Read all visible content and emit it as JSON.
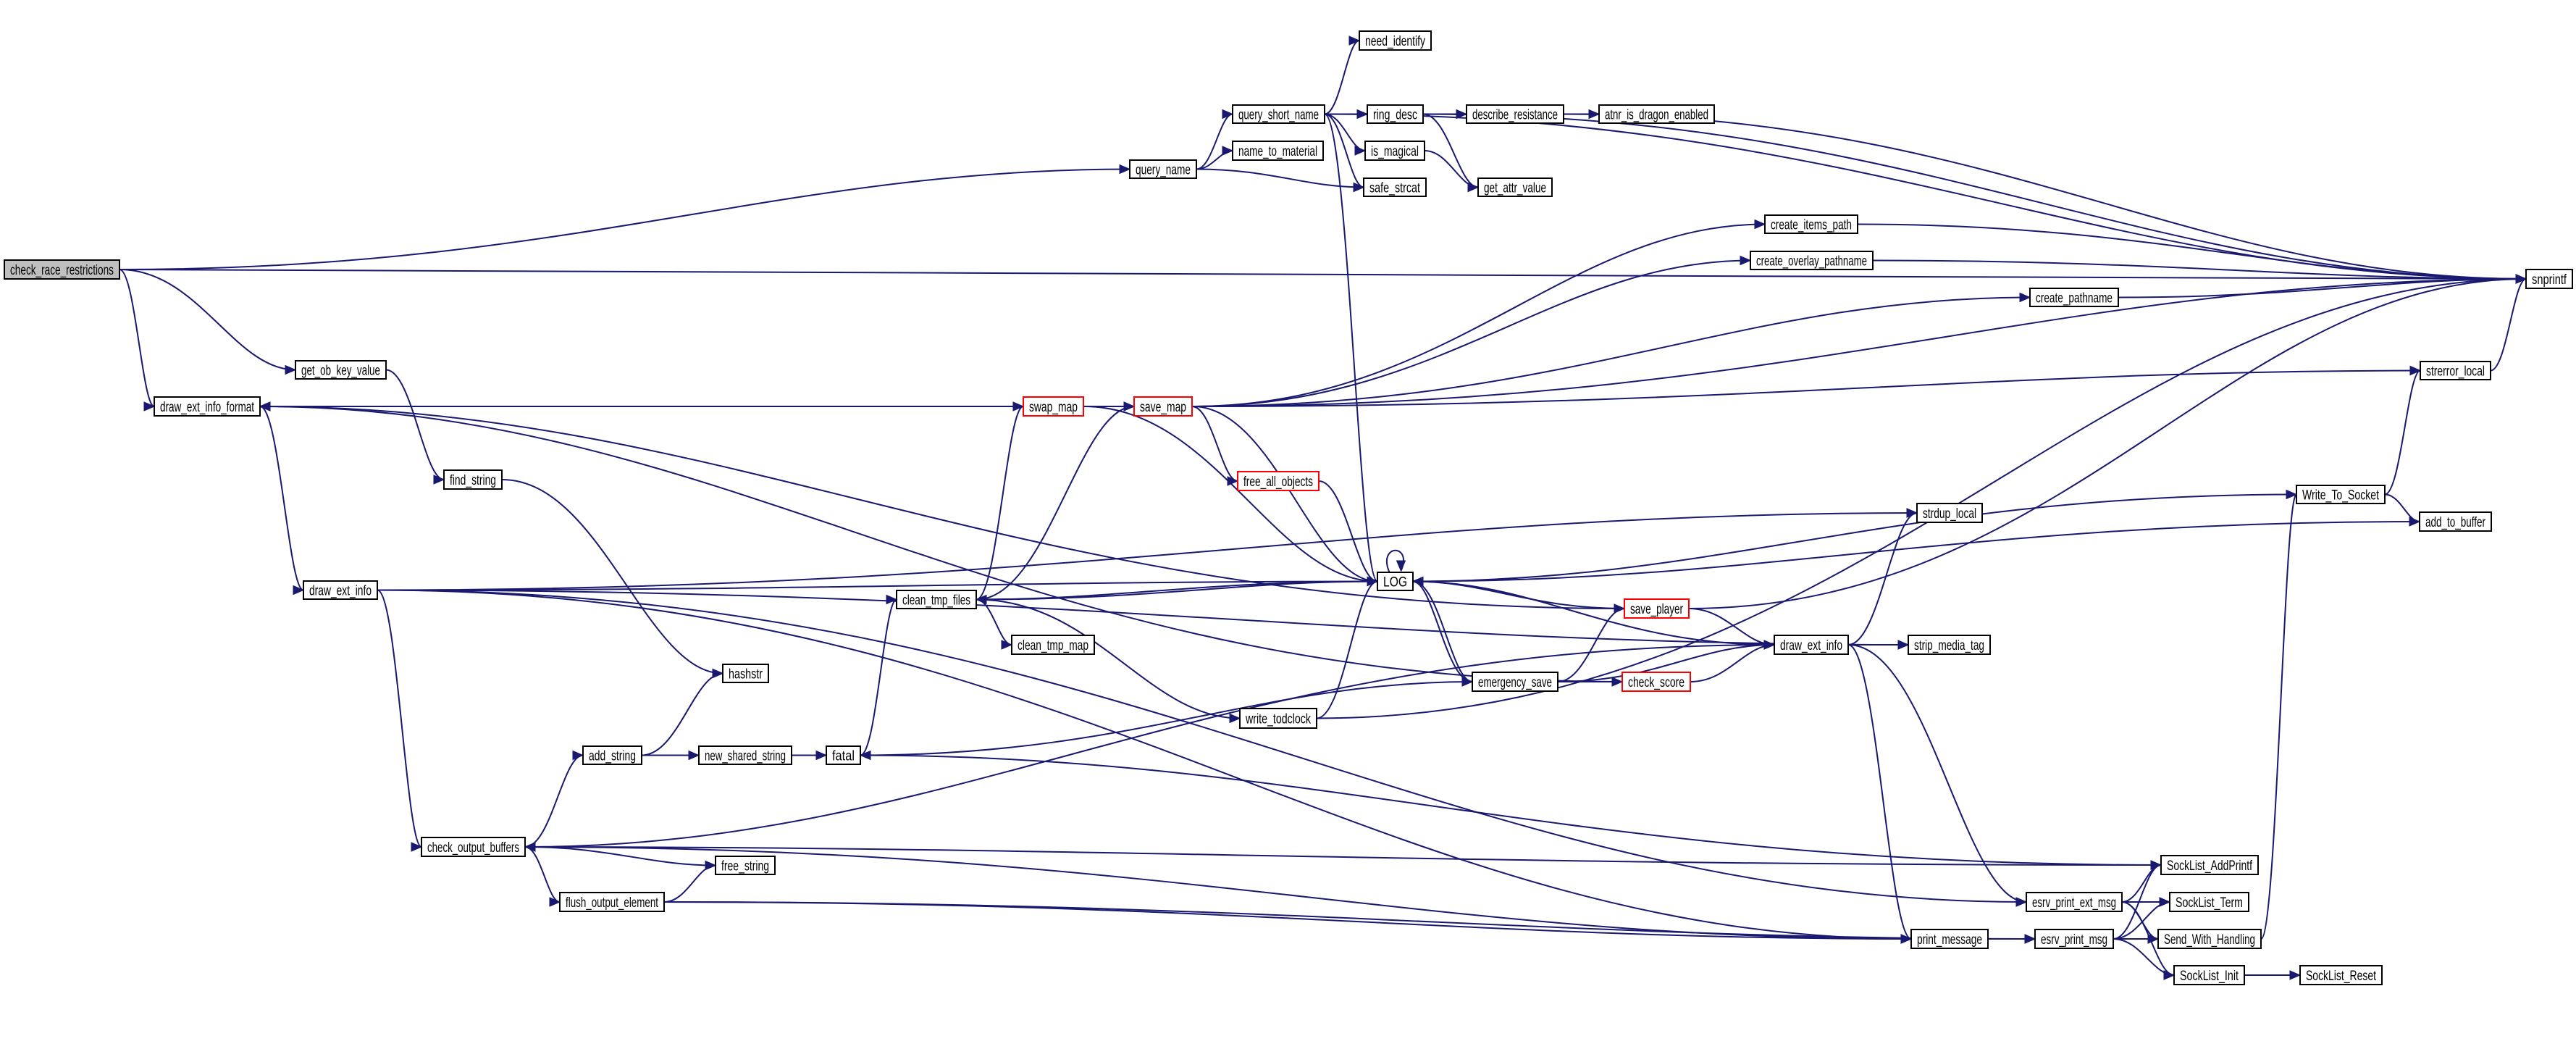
{
  "title": "check_race_restrictions call graph",
  "colors": {
    "edge": "#191970",
    "root_fill": "#bfbfbf",
    "truncated_border": "#ff0000",
    "node_border": "#000000"
  },
  "nodes": [
    {
      "id": "check_race_restrictions",
      "label": "check_race_restrictions",
      "root": true
    },
    {
      "id": "draw_ext_info_format",
      "label": "draw_ext_info_format"
    },
    {
      "id": "get_ob_key_value",
      "label": "get_ob_key_value"
    },
    {
      "id": "find_string",
      "label": "find_string"
    },
    {
      "id": "draw_ext_info",
      "label": "draw_ext_info"
    },
    {
      "id": "hashstr",
      "label": "hashstr"
    },
    {
      "id": "add_string",
      "label": "add_string"
    },
    {
      "id": "new_shared_string",
      "label": "new_shared_string"
    },
    {
      "id": "fatal",
      "label": "fatal"
    },
    {
      "id": "check_output_buffers",
      "label": "check_output_buffers"
    },
    {
      "id": "free_string",
      "label": "free_string"
    },
    {
      "id": "flush_output_element",
      "label": "flush_output_element"
    },
    {
      "id": "query_name",
      "label": "query_name"
    },
    {
      "id": "query_short_name",
      "label": "query_short_name"
    },
    {
      "id": "name_to_material",
      "label": "name_to_material"
    },
    {
      "id": "need_identify",
      "label": "need_identify"
    },
    {
      "id": "ring_desc",
      "label": "ring_desc"
    },
    {
      "id": "describe_resistance",
      "label": "describe_resistance"
    },
    {
      "id": "atnr_is_dragon_enabled",
      "label": "atnr_is_dragon_enabled"
    },
    {
      "id": "is_magical",
      "label": "is_magical"
    },
    {
      "id": "safe_strcat",
      "label": "safe_strcat"
    },
    {
      "id": "get_attr_value",
      "label": "get_attr_value"
    },
    {
      "id": "create_items_path",
      "label": "create_items_path"
    },
    {
      "id": "create_overlay_pathname",
      "label": "create_overlay_pathname"
    },
    {
      "id": "create_pathname",
      "label": "create_pathname"
    },
    {
      "id": "snprintf",
      "label": "snprintf"
    },
    {
      "id": "strerror_local",
      "label": "strerror_local"
    },
    {
      "id": "swap_map",
      "label": "swap_map",
      "truncated": true
    },
    {
      "id": "save_map",
      "label": "save_map",
      "truncated": true
    },
    {
      "id": "free_all_objects",
      "label": "free_all_objects",
      "truncated": true
    },
    {
      "id": "LOG",
      "label": "LOG"
    },
    {
      "id": "strdup_local",
      "label": "strdup_local"
    },
    {
      "id": "Write_To_Socket",
      "label": "Write_To_Socket"
    },
    {
      "id": "add_to_buffer",
      "label": "add_to_buffer"
    },
    {
      "id": "clean_tmp_files",
      "label": "clean_tmp_files"
    },
    {
      "id": "clean_tmp_map",
      "label": "clean_tmp_map"
    },
    {
      "id": "save_player",
      "label": "save_player",
      "truncated": true
    },
    {
      "id": "draw_ext_info_2",
      "label": "draw_ext_info"
    },
    {
      "id": "strip_media_tag",
      "label": "strip_media_tag"
    },
    {
      "id": "emergency_save",
      "label": "emergency_save"
    },
    {
      "id": "check_score",
      "label": "check_score",
      "truncated": true
    },
    {
      "id": "write_todclock",
      "label": "write_todclock"
    },
    {
      "id": "print_message",
      "label": "print_message"
    },
    {
      "id": "esrv_print_ext_msg",
      "label": "esrv_print_ext_msg"
    },
    {
      "id": "esrv_print_msg",
      "label": "esrv_print_msg"
    },
    {
      "id": "SockList_AddPrintf",
      "label": "SockList_AddPrintf"
    },
    {
      "id": "SockList_Term",
      "label": "SockList_Term"
    },
    {
      "id": "Send_With_Handling",
      "label": "Send_With_Handling"
    },
    {
      "id": "SockList_Init",
      "label": "SockList_Init"
    },
    {
      "id": "SockList_Reset",
      "label": "SockList_Reset"
    }
  ],
  "edges": [
    [
      "check_race_restrictions",
      "snprintf"
    ],
    [
      "check_race_restrictions",
      "query_name"
    ],
    [
      "check_race_restrictions",
      "get_ob_key_value"
    ],
    [
      "check_race_restrictions",
      "draw_ext_info_format"
    ],
    [
      "get_ob_key_value",
      "find_string"
    ],
    [
      "find_string",
      "hashstr"
    ],
    [
      "draw_ext_info_format",
      "draw_ext_info"
    ],
    [
      "draw_ext_info",
      "LOG"
    ],
    [
      "draw_ext_info",
      "strdup_local"
    ],
    [
      "draw_ext_info",
      "strip_media_tag"
    ],
    [
      "draw_ext_info",
      "check_output_buffers"
    ],
    [
      "draw_ext_info",
      "print_message"
    ],
    [
      "draw_ext_info",
      "esrv_print_ext_msg"
    ],
    [
      "query_name",
      "query_short_name"
    ],
    [
      "query_name",
      "name_to_material"
    ],
    [
      "query_name",
      "safe_strcat"
    ],
    [
      "query_short_name",
      "need_identify"
    ],
    [
      "query_short_name",
      "ring_desc"
    ],
    [
      "query_short_name",
      "is_magical"
    ],
    [
      "query_short_name",
      "safe_strcat"
    ],
    [
      "query_short_name",
      "snprintf"
    ],
    [
      "query_short_name",
      "LOG"
    ],
    [
      "ring_desc",
      "describe_resistance"
    ],
    [
      "ring_desc",
      "get_attr_value"
    ],
    [
      "ring_desc",
      "snprintf"
    ],
    [
      "describe_resistance",
      "atnr_is_dragon_enabled"
    ],
    [
      "describe_resistance",
      "snprintf"
    ],
    [
      "is_magical",
      "get_attr_value"
    ],
    [
      "save_map",
      "create_items_path"
    ],
    [
      "save_map",
      "create_overlay_pathname"
    ],
    [
      "save_map",
      "create_pathname"
    ],
    [
      "save_map",
      "strerror_local"
    ],
    [
      "save_map",
      "LOG"
    ],
    [
      "save_map",
      "free_all_objects"
    ],
    [
      "save_map",
      "snprintf"
    ],
    [
      "swap_map",
      "save_map"
    ],
    [
      "swap_map",
      "LOG"
    ],
    [
      "swap_map",
      "draw_ext_info_format"
    ],
    [
      "create_items_path",
      "snprintf"
    ],
    [
      "create_overlay_pathname",
      "snprintf"
    ],
    [
      "create_pathname",
      "snprintf"
    ],
    [
      "strerror_local",
      "snprintf"
    ],
    [
      "free_all_objects",
      "LOG"
    ],
    [
      "clean_tmp_files",
      "swap_map"
    ],
    [
      "clean_tmp_files",
      "save_map"
    ],
    [
      "clean_tmp_files",
      "LOG"
    ],
    [
      "clean_tmp_files",
      "clean_tmp_map"
    ],
    [
      "clean_tmp_files",
      "write_todclock"
    ],
    [
      "LOG",
      "clean_tmp_files"
    ],
    [
      "LOG",
      "emergency_save"
    ],
    [
      "LOG",
      "LOG"
    ],
    [
      "emergency_save",
      "LOG"
    ],
    [
      "emergency_save",
      "save_player"
    ],
    [
      "emergency_save",
      "check_score"
    ],
    [
      "emergency_save",
      "draw_ext_info_2"
    ],
    [
      "save_player",
      "LOG"
    ],
    [
      "save_player",
      "draw_ext_info_2"
    ],
    [
      "save_player",
      "snprintf"
    ],
    [
      "save_player",
      "draw_ext_info_format"
    ],
    [
      "check_score",
      "draw_ext_info_2"
    ],
    [
      "check_score",
      "draw_ext_info_format"
    ],
    [
      "draw_ext_info_2",
      "LOG"
    ],
    [
      "draw_ext_info_2",
      "strdup_local"
    ],
    [
      "draw_ext_info_2",
      "strip_media_tag"
    ],
    [
      "draw_ext_info_2",
      "print_message"
    ],
    [
      "draw_ext_info_2",
      "esrv_print_ext_msg"
    ],
    [
      "draw_ext_info_2",
      "check_output_buffers"
    ],
    [
      "write_todclock",
      "LOG"
    ],
    [
      "write_todclock",
      "snprintf"
    ],
    [
      "fatal",
      "clean_tmp_files"
    ],
    [
      "fatal",
      "emergency_save"
    ],
    [
      "add_string",
      "hashstr"
    ],
    [
      "add_string",
      "new_shared_string"
    ],
    [
      "new_shared_string",
      "fatal"
    ],
    [
      "check_output_buffers",
      "add_string"
    ],
    [
      "check_output_buffers",
      "free_string"
    ],
    [
      "check_output_buffers",
      "flush_output_element"
    ],
    [
      "check_output_buffers",
      "print_message"
    ],
    [
      "flush_output_element",
      "free_string"
    ],
    [
      "flush_output_element",
      "print_message"
    ],
    [
      "flush_output_element",
      "esrv_print_msg"
    ],
    [
      "print_message",
      "esrv_print_msg"
    ],
    [
      "esrv_print_ext_msg",
      "SockList_AddPrintf"
    ],
    [
      "esrv_print_ext_msg",
      "SockList_Term"
    ],
    [
      "esrv_print_ext_msg",
      "Send_With_Handling"
    ],
    [
      "esrv_print_ext_msg",
      "SockList_Init"
    ],
    [
      "esrv_print_msg",
      "SockList_AddPrintf"
    ],
    [
      "esrv_print_msg",
      "SockList_Term"
    ],
    [
      "esrv_print_msg",
      "Send_With_Handling"
    ],
    [
      "esrv_print_msg",
      "SockList_Init"
    ],
    [
      "SockList_AddPrintf",
      "check_output_buffers"
    ],
    [
      "SockList_AddPrintf",
      "fatal"
    ],
    [
      "SockList_Init",
      "SockList_Reset"
    ],
    [
      "Send_With_Handling",
      "Write_To_Socket"
    ],
    [
      "Write_To_Socket",
      "strerror_local"
    ],
    [
      "Write_To_Socket",
      "add_to_buffer"
    ],
    [
      "Write_To_Socket",
      "LOG"
    ],
    [
      "add_to_buffer",
      "LOG"
    ]
  ]
}
